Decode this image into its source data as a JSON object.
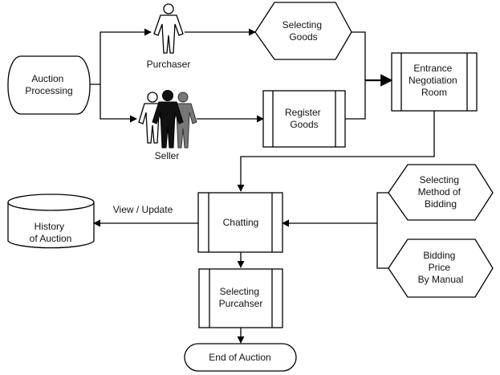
{
  "diagram": {
    "nodes": {
      "auction_processing": [
        "Auction",
        "Processing"
      ],
      "purchaser": [
        "Purchaser"
      ],
      "seller": [
        "Seller"
      ],
      "selecting_goods": [
        "Selecting",
        "Goods"
      ],
      "register_goods": [
        "Register",
        "Goods"
      ],
      "entrance_negotiation_room": [
        "Entrance",
        "Negotiation",
        "Room"
      ],
      "chatting": [
        "Chatting"
      ],
      "history_of_auction": [
        "History",
        "of Auction"
      ],
      "selecting_method_of_bidding": [
        "Selecting",
        "Method of",
        "Bidding"
      ],
      "bidding_price_by_manual": [
        "Bidding",
        "Price",
        "By Manual"
      ],
      "selecting_purchaser": [
        "Selecting",
        "Purcahser"
      ],
      "end_of_auction": [
        "End of Auction"
      ]
    },
    "edge_labels": {
      "view_update": "View / Update"
    },
    "colors": {
      "stroke": "#000000",
      "fill": "#ffffff",
      "person_dark": "#111111",
      "person_gray": "#777777"
    }
  }
}
